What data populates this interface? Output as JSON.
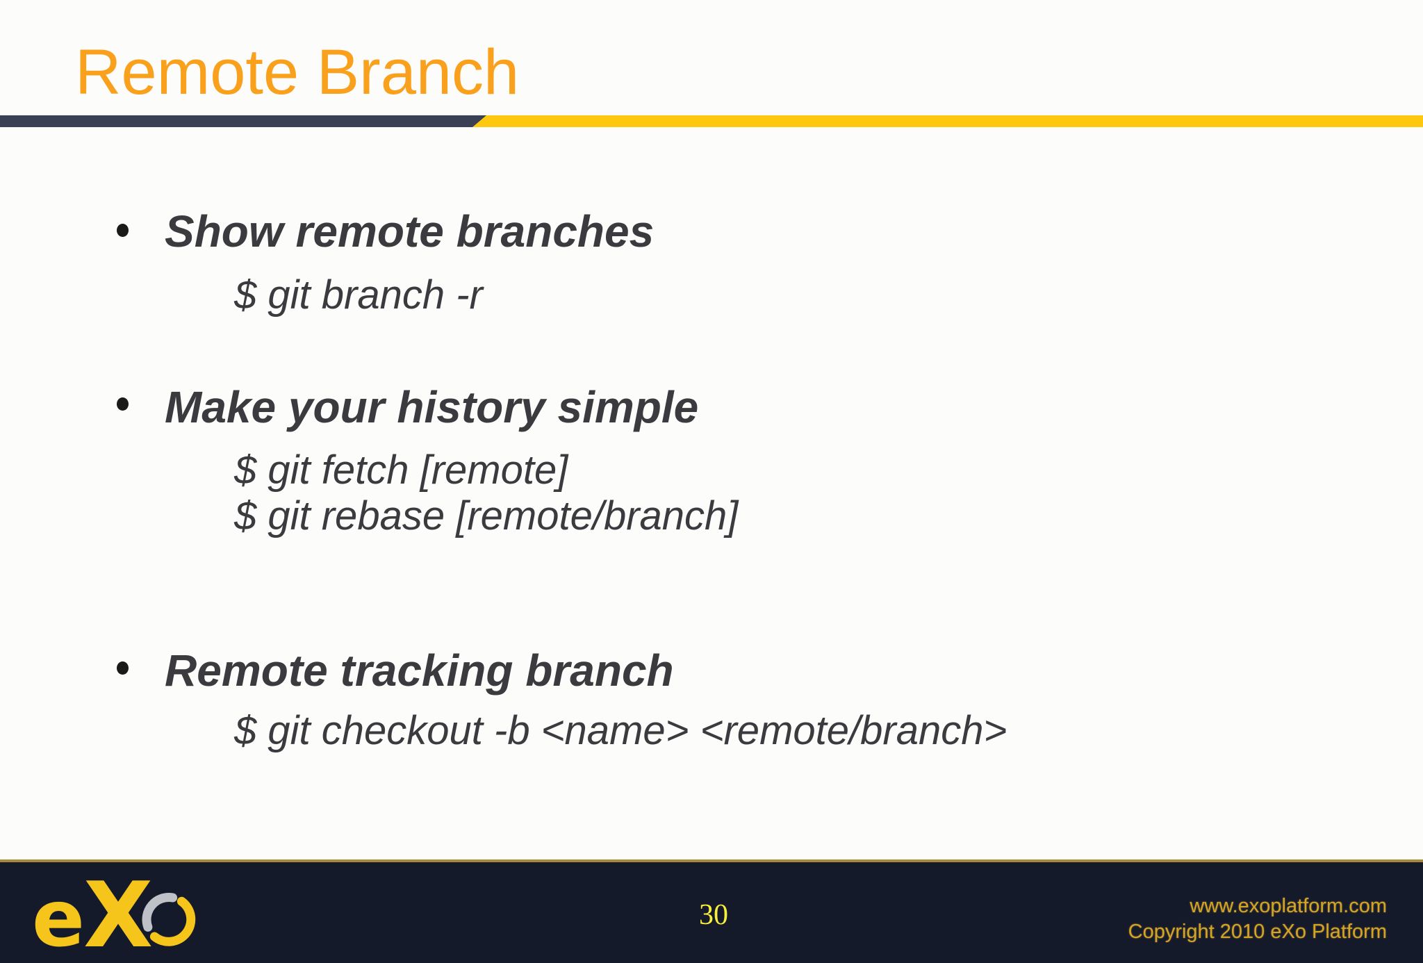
{
  "slide": {
    "title": "Remote Branch",
    "bullets": [
      {
        "heading": "Show remote branches",
        "commands": [
          "$ git branch -r"
        ]
      },
      {
        "heading": "Make your history simple",
        "commands": [
          "$ git fetch [remote]",
          "$ git rebase [remote/branch]"
        ]
      },
      {
        "heading": "Remote tracking branch",
        "commands": [
          "$ git checkout -b <name> <remote/branch>"
        ]
      }
    ]
  },
  "footer": {
    "logo_e": "e",
    "logo_x": "X",
    "page_number": "30",
    "website": "www.exoplatform.com",
    "copyright": "Copyright 2010 eXo Platform"
  },
  "colors": {
    "title_orange": "#f9a01c",
    "rule_navy": "#3c4054",
    "rule_yellow": "#fec710",
    "body_text": "#3b3b3f",
    "footer_background": "#151a2b",
    "footer_gold_line": "#a8893a",
    "footer_text_gold": "#d4a428",
    "page_number_yellow": "#f8ef3c",
    "logo_yellow": "#f5c51c",
    "logo_gray": "#bec1c7"
  }
}
